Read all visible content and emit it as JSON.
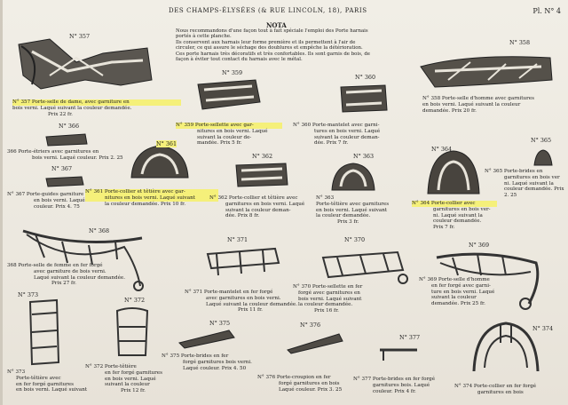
{
  "header": {
    "title": "DES CHAMPS-ÉLYSÉES (& RUE LINCOLN, 18), PARIS",
    "plate": "Pl. N° 4"
  },
  "nota": {
    "heading": "NOTA",
    "lines": [
      "Nous recommandons d'une façon tout à fait spéciale l'emploi des Porte harnais",
      "portés à cette planche.",
      "Ils conservent aux harnais leur forme première et ils permettent à l'air de",
      "circuler, ce qui assure le séchage des doublures et empêche la détérioration.",
      "Ces porte harnais très décoratifs et très confortables. Ils sont garnis de bois, de",
      "façon à éviter tout contact du harnais avec le métal."
    ]
  },
  "items": [
    {
      "id": "357",
      "num": "N° 357",
      "lines": [
        "N° 357 Porte-selle de dame, avec garniture en",
        "bois verni. Laqué suivant la couleur demandée.",
        "Prix 22 fr."
      ]
    },
    {
      "id": "358",
      "num": "N° 358",
      "lines": [
        "N° 358 Porte-selle d'homme avec garnitures",
        "en bois verni. Laqué suivant la couleur",
        "demandée. Prix 20 fr."
      ]
    },
    {
      "id": "359",
      "num": "N° 359",
      "lines": [
        "N° 359 Porte-sellette avec gar-",
        "nitures en bois verni. Laqué",
        "suivant la couleur de-",
        "mandée. Prix 5 fr."
      ]
    },
    {
      "id": "360",
      "num": "N° 360",
      "lines": [
        "N° 360 Porte-mantelet avec garni-",
        "tures en bois verni. Laqué",
        "suivant la couleur deman-",
        "dée. Prix 7 fr."
      ]
    },
    {
      "id": "366",
      "num": "N° 366",
      "lines": [
        "366 Porte-étriers avec garnitures en",
        "bois verni. Laqué couleur. Prix 2. 25"
      ]
    },
    {
      "id": "361",
      "num": "N° 361",
      "lines": [
        "N° 361 Porte-collier et têtière avec gar-",
        "nitures en bois verni. Laqué suivant",
        "la couleur demandée. Prix 10 fr."
      ]
    },
    {
      "id": "362",
      "num": "N° 362",
      "lines": [
        "N° 362 Porte-collier et têtière avec",
        "garnitures en bois verni. Laqué",
        "suivant la couleur deman-",
        "dée. Prix 8 fr."
      ]
    },
    {
      "id": "363",
      "num": "N° 363",
      "lines": [
        "N° 363",
        "Porte-têtière avec garnitures",
        "en bois verni. Laqué suivant",
        "la couleur demandée.",
        "Prix 3 fr."
      ]
    },
    {
      "id": "364",
      "num": "N° 364",
      "lines": [
        "N° 364 Porte-collier avec",
        "garnitures en bois ver-",
        "ni. Laqué suivant la",
        "couleur demandée.",
        "Prix 7 fr."
      ]
    },
    {
      "id": "365",
      "num": "N° 365",
      "lines": [
        "N° 365 Porte-brides en",
        "garnitures en bois ver",
        "ni. Laqué suivant la",
        "couleur demandée. Prix 2. 25"
      ]
    },
    {
      "id": "367",
      "num": "N° 367",
      "lines": [
        "N° 367 Porte-guides garniture",
        "en bois verni. Laqué",
        "couleur. Prix 4. 75"
      ]
    },
    {
      "id": "368",
      "num": "N° 368",
      "lines": [
        "368 Porte-selle de femme en fer forgé",
        "avec garniture de bois verni.",
        "Laqué suivant la couleur demandée.",
        "Prix 27 fr."
      ]
    },
    {
      "id": "371",
      "num": "N° 371",
      "lines": [
        "N° 371 Porte-mantelet en fer forgé",
        "avec garnitures en bois verni.",
        "Laqué suivant la couleur demandée.",
        "Prix 11 fr."
      ]
    },
    {
      "id": "370",
      "num": "N° 370",
      "lines": [
        "N° 370 Porte-sellette en fer",
        "forgé avec garnitures en",
        "bois verni. Laqué suivant",
        "la couleur demandée.",
        "Prix 16 fr."
      ]
    },
    {
      "id": "369",
      "num": "N° 369",
      "lines": [
        "N° 369 Porte-selle d'homme",
        "en fer forgé avec garni-",
        "ture en bois verni. Laqué",
        "suivant la couleur",
        "demandée. Prix 25 fr."
      ]
    },
    {
      "id": "373",
      "num": "N° 373",
      "lines": [
        "N° 373",
        "Porte-têtière avec",
        "en fer forgé garnitures",
        "en bois verni. Laqué suivant"
      ]
    },
    {
      "id": "372",
      "num": "N° 372",
      "lines": [
        "N° 372 Porte-têtière",
        "en fer forgé garnitures",
        "en bois verni. Laqué",
        "suivant la couleur",
        "Prix 12 fr."
      ]
    },
    {
      "id": "375",
      "num": "N° 375",
      "lines": [
        "N° 375 Porte-brides en fer",
        "forgé garnitures bois verni.",
        "Laqué couleur. Prix 4. 50"
      ]
    },
    {
      "id": "376",
      "num": "N° 376",
      "lines": [
        "N° 376 Porte-croupion en fer",
        "forgé garnitures en bois",
        "Laqué couleur. Prix 3. 25"
      ]
    },
    {
      "id": "377",
      "num": "N° 377",
      "lines": [
        "N° 377 Porte-brides en fer forgé",
        "garnitures bois. Laqué",
        "couleur. Prix 4 fr."
      ]
    },
    {
      "id": "374",
      "num": "N° 374",
      "lines": [
        "N° 374 Porte-collier en fer forgé",
        "garnitures en bois"
      ]
    }
  ]
}
